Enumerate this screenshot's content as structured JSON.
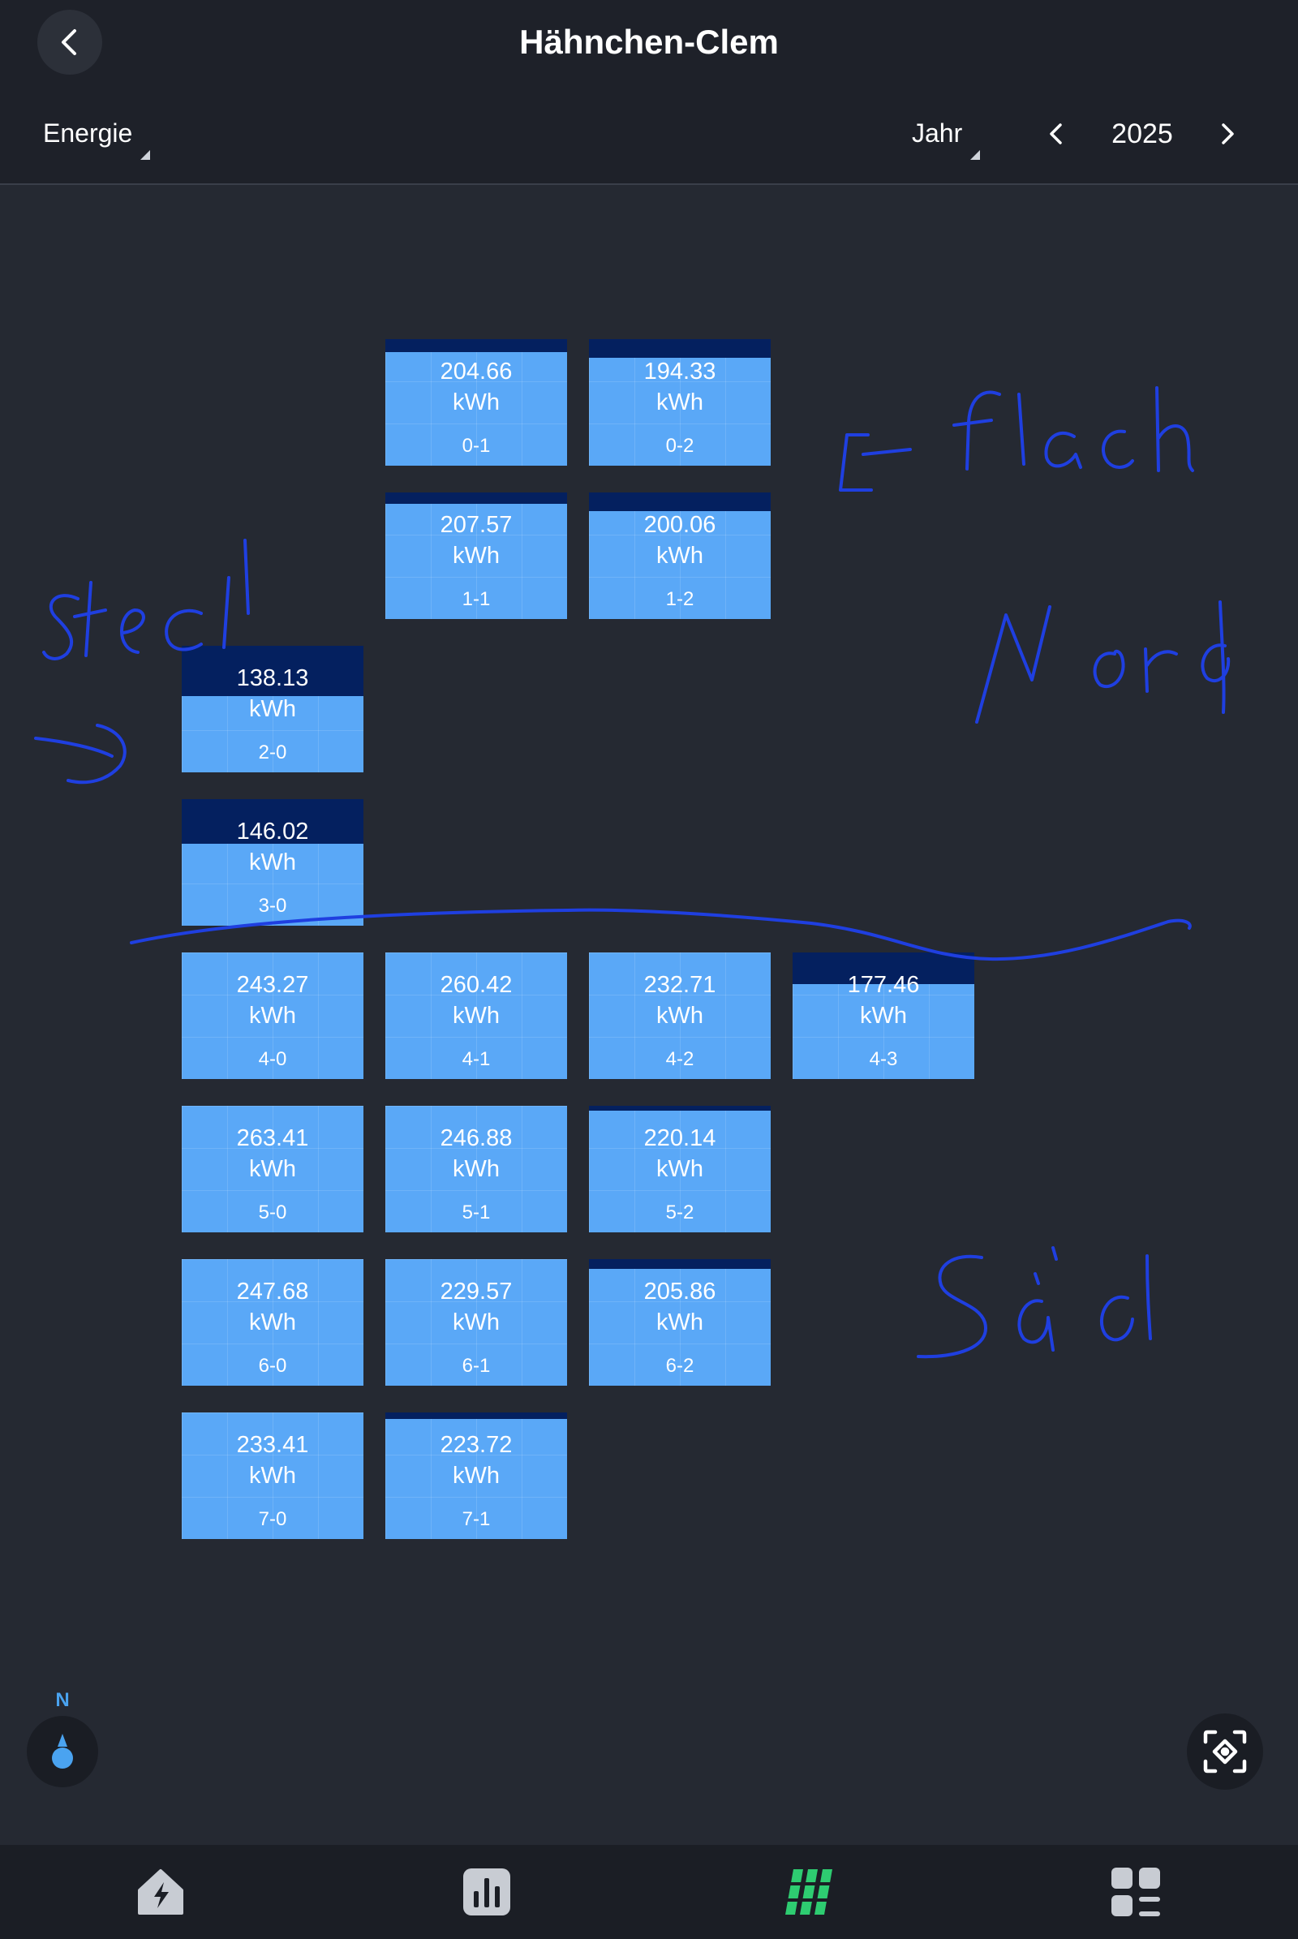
{
  "header": {
    "title": "Hähnchen-Clem",
    "metric_dropdown": "Energie",
    "period_dropdown": "Jahr",
    "year": "2025"
  },
  "panels": [
    {
      "id": "0-1",
      "value": "204.66",
      "unit": "kWh",
      "shade": 0.1
    },
    {
      "id": "0-2",
      "value": "194.33",
      "unit": "kWh",
      "shade": 0.15
    },
    {
      "id": "1-1",
      "value": "207.57",
      "unit": "kWh",
      "shade": 0.09
    },
    {
      "id": "1-2",
      "value": "200.06",
      "unit": "kWh",
      "shade": 0.15
    },
    {
      "id": "2-0",
      "value": "138.13",
      "unit": "kWh",
      "shade": 0.4
    },
    {
      "id": "3-0",
      "value": "146.02",
      "unit": "kWh",
      "shade": 0.35
    },
    {
      "id": "4-0",
      "value": "243.27",
      "unit": "kWh",
      "shade": 0
    },
    {
      "id": "4-1",
      "value": "260.42",
      "unit": "kWh",
      "shade": 0
    },
    {
      "id": "4-2",
      "value": "232.71",
      "unit": "kWh",
      "shade": 0
    },
    {
      "id": "4-3",
      "value": "177.46",
      "unit": "kWh",
      "shade": 0.25
    },
    {
      "id": "5-0",
      "value": "263.41",
      "unit": "kWh",
      "shade": 0
    },
    {
      "id": "5-1",
      "value": "246.88",
      "unit": "kWh",
      "shade": 0
    },
    {
      "id": "5-2",
      "value": "220.14",
      "unit": "kWh",
      "shade": 0.04
    },
    {
      "id": "6-0",
      "value": "247.68",
      "unit": "kWh",
      "shade": 0
    },
    {
      "id": "6-1",
      "value": "229.57",
      "unit": "kWh",
      "shade": 0
    },
    {
      "id": "6-2",
      "value": "205.86",
      "unit": "kWh",
      "shade": 0.08
    },
    {
      "id": "7-0",
      "value": "233.41",
      "unit": "kWh",
      "shade": 0
    },
    {
      "id": "7-1",
      "value": "223.72",
      "unit": "kWh",
      "shade": 0.05
    }
  ],
  "compass": {
    "north_label": "N"
  },
  "bottom_nav": [
    {
      "icon": "home-energy-icon",
      "active": false
    },
    {
      "icon": "statistics-icon",
      "active": false
    },
    {
      "icon": "panels-layout-icon",
      "active": true
    },
    {
      "icon": "menu-grid-icon",
      "active": false
    }
  ],
  "colors": {
    "panel": "#5aa8f7",
    "panel_shade": "#04205f",
    "accent_green": "#2ecc71",
    "compass_blue": "#4aa3f0",
    "handwriting": "#1f3fe0"
  }
}
